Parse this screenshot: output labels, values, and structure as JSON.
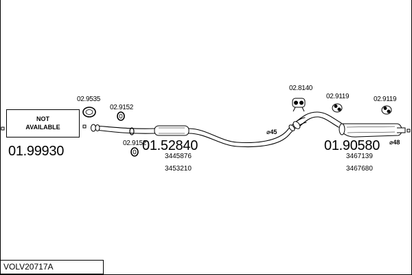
{
  "diagram": {
    "reference": "VOLV20717A",
    "not_available_text": "NOT\nAVAILABLE",
    "front_part": {
      "code": "01.99930"
    },
    "middle_part": {
      "code": "01.52840",
      "oe_numbers": [
        "3445876",
        "3453210"
      ],
      "diameter": "⌀45"
    },
    "rear_part": {
      "code": "01.90580",
      "oe_numbers": [
        "3467139",
        "3467680"
      ],
      "diameter": "⌀48"
    },
    "fittings": [
      {
        "code": "02.9535",
        "icon": "gasket-ring-icon"
      },
      {
        "code": "02.9152",
        "icon": "clamp-ring-icon"
      },
      {
        "code": "02.9152",
        "icon": "clamp-ring-icon"
      },
      {
        "code": "02.8140",
        "icon": "rubber-hanger-icon"
      },
      {
        "code": "02.9119",
        "icon": "rubber-hanger-icon"
      },
      {
        "code": "02.9119",
        "icon": "rubber-hanger-icon"
      }
    ]
  }
}
